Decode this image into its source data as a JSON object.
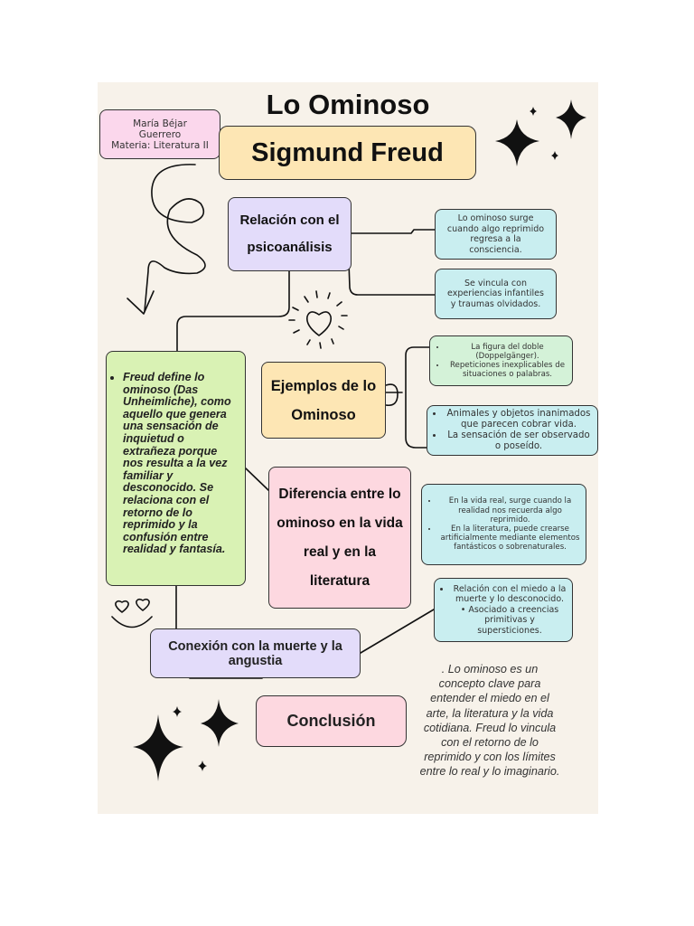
{
  "title": "Lo Ominoso",
  "author_box": {
    "name_line1": "María Béjar",
    "name_line2": "Guerrero",
    "subject": "Materia: Literatura II"
  },
  "author_name": "Sigmund Freud",
  "nodes": {
    "relacion": "Relación con el psicoanálisis",
    "ejemplos": "Ejemplos de lo Ominoso",
    "diferencia": "Diferencia entre lo ominoso en la vida real y en la literatura",
    "conexion": "Conexión con la muerte y la angustia",
    "conclusion": "Conclusión"
  },
  "definition": "Freud define lo ominoso (Das Unheimliche), como aquello que genera una sensación de inquietud o extrañeza porque nos resulta a la vez familiar y desconocido. Se relaciona con el retorno de lo reprimido y la confusión entre realidad y fantasía.",
  "details": {
    "relacion_1": "Lo ominoso surge cuando algo reprimido regresa a la consciencia.",
    "relacion_2": "Se vincula con experiencias infantiles y traumas olvidados.",
    "ejemplos_1": [
      "La figura del doble (Doppelgänger).",
      "Repeticiones inexplicables de situaciones o palabras."
    ],
    "ejemplos_2": [
      "Animales y objetos inanimados que parecen cobrar vida.",
      "La sensación de ser observado o poseído."
    ],
    "diferencia": [
      "En la vida real, surge cuando la realidad nos recuerda algo reprimido.",
      "En la literatura, puede crearse artificialmente mediante elementos fantásticos o sobrenaturales."
    ],
    "conexion": [
      "Relación con el miedo a la muerte y lo desconocido.",
      "• Asociado a creencias primitivas y supersticiones."
    ]
  },
  "conclusion_text": ". Lo ominoso es un concepto clave para entender el miedo en el arte, la literatura y la vida cotidiana. Freud lo vincula con el retorno de lo reprimido y con los límites entre lo real y lo imaginario.",
  "colors": {
    "sheet": "#f7f2ea",
    "pink": "#fbd7ec",
    "yellow": "#fde6b4",
    "lavender": "#e3dcfa",
    "cyan": "#c9eef0",
    "mint": "#d4f2d8",
    "lime": "#d9f2b4",
    "rose": "#fdd8e0"
  }
}
